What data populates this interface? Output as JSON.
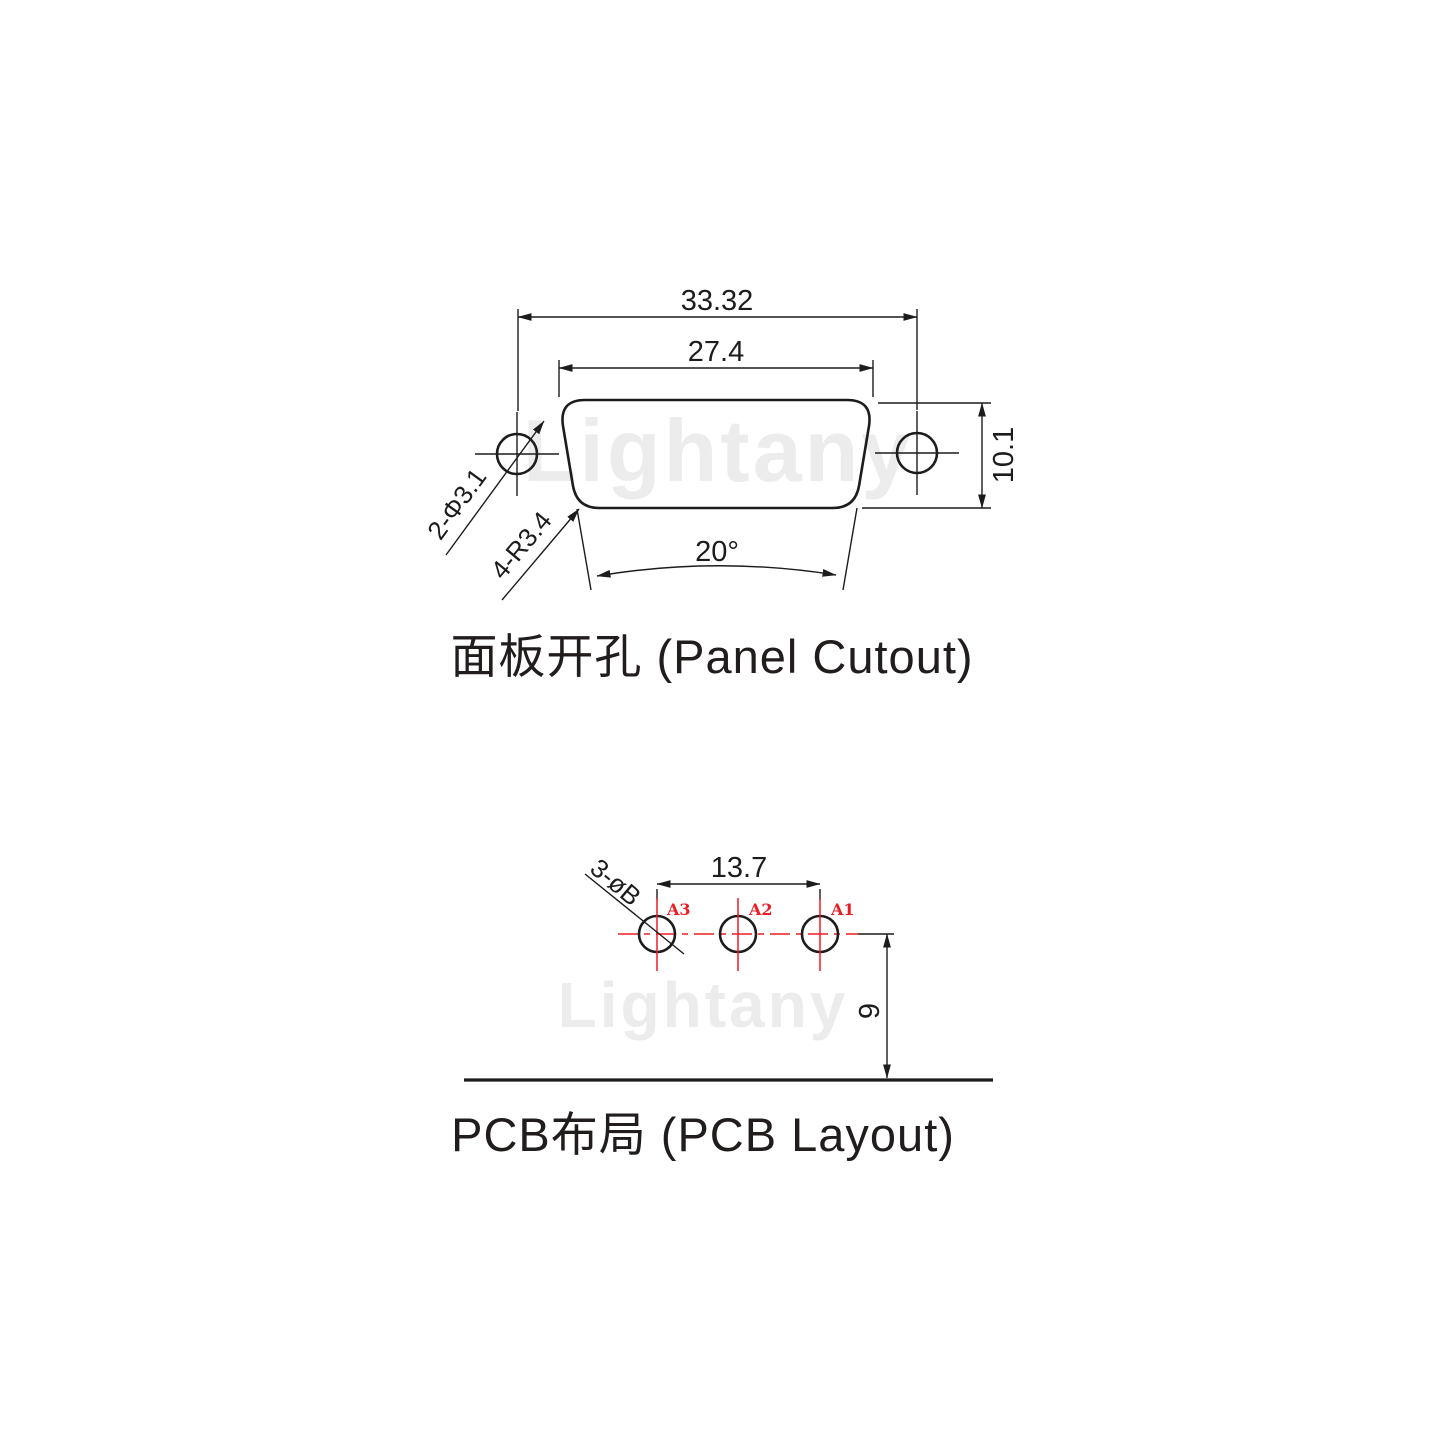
{
  "watermark_text": "Lightany",
  "panel_cutout": {
    "title": "面板开孔 (Panel Cutout)",
    "dim_outer_width": "33.32",
    "dim_inner_width": "27.4",
    "dim_height": "10.1",
    "label_mount_holes": "2-Φ3.1",
    "label_corner_radius": "4-R3.4",
    "dim_side_angle": "20°"
  },
  "pcb_layout": {
    "title": "PCB布局 (PCB Layout)",
    "dim_hole_span": "13.7",
    "label_hole_diameter": "3-øB",
    "dim_edge_distance": "9",
    "pads": [
      {
        "label": "A3"
      },
      {
        "label": "A2"
      },
      {
        "label": "A1"
      }
    ]
  },
  "colors": {
    "line": "#1c1c1c",
    "accent_red": "#ed1c24",
    "watermark": "#ececec",
    "title": "#211d1c"
  }
}
